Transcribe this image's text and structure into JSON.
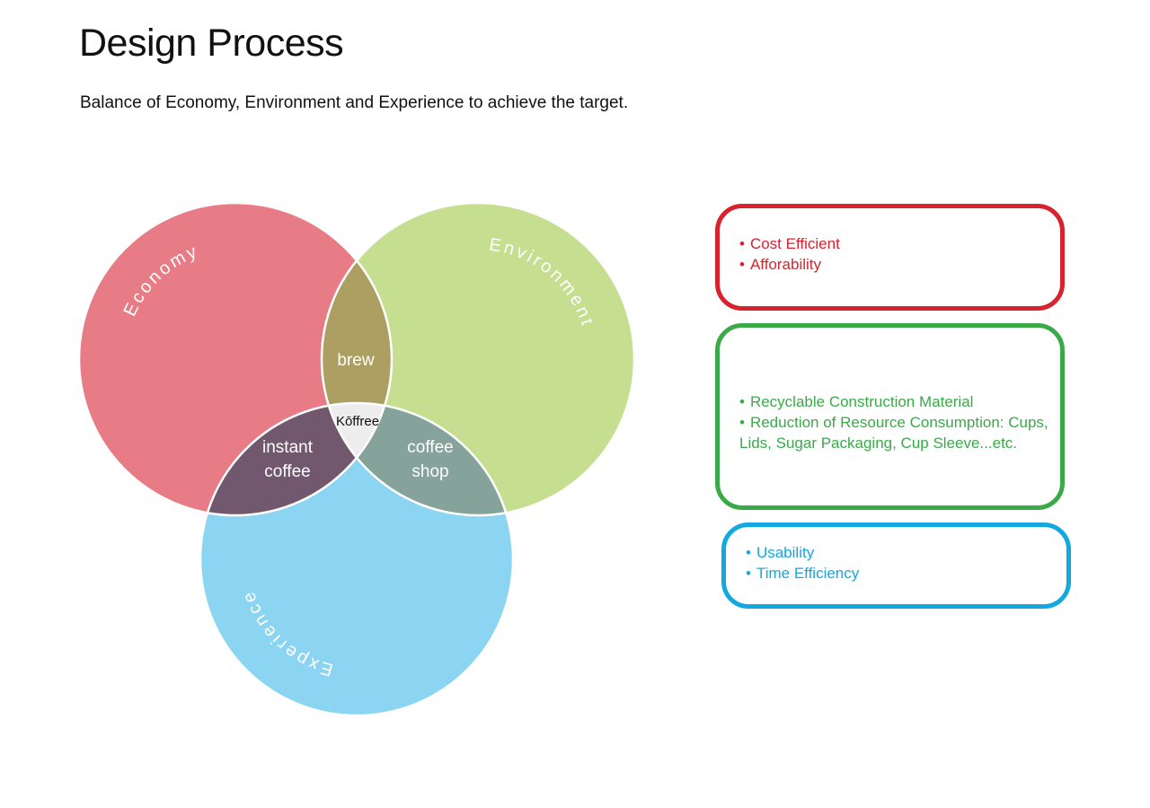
{
  "title": "Design Process",
  "subtitle": "Balance of Economy, Environment and Experience to achieve the target.",
  "venn": {
    "economy": {
      "label": "Economy",
      "color": "#e87c86"
    },
    "environment": {
      "label": "Environment",
      "color": "#c5de8f"
    },
    "experience": {
      "label": "Experience",
      "color": "#8bd5f3"
    },
    "economy_environment": {
      "label": "brew",
      "color": "#ad9e62"
    },
    "economy_experience": {
      "label_line1": "instant",
      "label_line2": "coffee",
      "color": "#72586e"
    },
    "environment_experience": {
      "label_line1": "coffee",
      "label_line2": "shop",
      "color": "#85a39b"
    },
    "center": {
      "label": "Kōffree",
      "color": "#ededed"
    }
  },
  "boxes": {
    "economy": {
      "color": "#d7232e",
      "items": [
        "Cost Efficient",
        "Afforability"
      ]
    },
    "environment": {
      "color": "#3aaa48",
      "items": [
        "Recyclable Construction Material",
        "Reduction of Resource Consumption: Cups, Lids, Sugar Packaging, Cup Sleeve...etc."
      ]
    },
    "experience": {
      "color": "#13a8e0",
      "items": [
        "Usability",
        "Time Efficiency"
      ]
    }
  }
}
